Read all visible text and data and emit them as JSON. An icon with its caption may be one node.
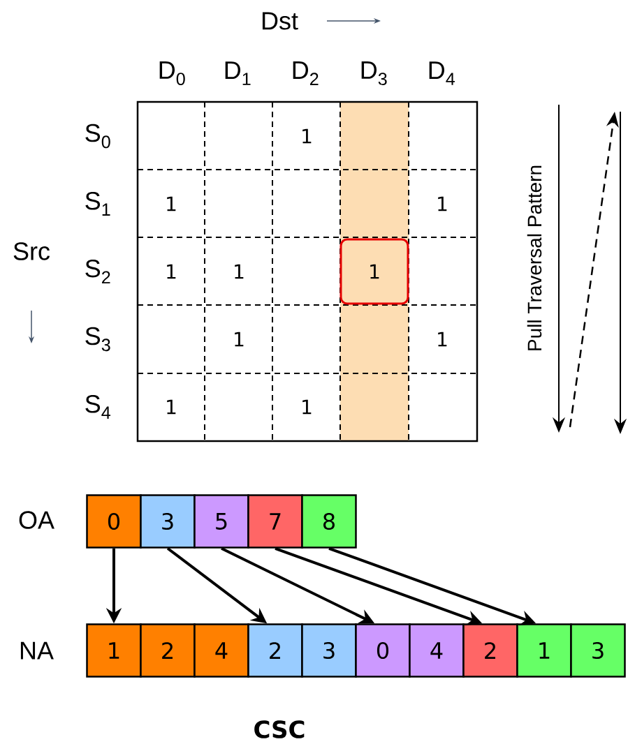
{
  "diagram": {
    "caption": "CSC",
    "nodes": [
      {
        "text": [
          "1"
        ]
      },
      {
        "text": [
          "0"
        ]
      },
      {
        "text": [
          "3"
        ]
      },
      {
        "text": [
          "5"
        ]
      },
      {
        "text": [
          "7"
        ]
      },
      {
        "text": [
          "8"
        ]
      },
      {
        "text": [
          "1"
        ]
      },
      {
        "text": [
          "2"
        ]
      },
      {
        "text": [
          "4"
        ]
      },
      {
        "text": [
          "2"
        ]
      },
      {
        "text": [
          "3"
        ]
      },
      {
        "text": [
          "0"
        ]
      },
      {
        "text": [
          "4"
        ]
      },
      {
        "text": [
          "2"
        ]
      },
      {
        "text": [
          "1"
        ]
      },
      {
        "text": [
          "3"
        ]
      }
    ],
    "edges": [
      {
        "from": 1,
        "to": 6,
        "arrow": "to"
      },
      {
        "from": 2,
        "to": 9,
        "arrow": "to"
      },
      {
        "from": 3,
        "to": 11,
        "arrow": "to"
      },
      {
        "from": 4,
        "to": 13,
        "arrow": "to"
      },
      {
        "from": 5,
        "to": 14,
        "arrow": "to"
      }
    ],
    "labels": [
      "Dst",
      "D$_{0}$",
      "D$_{1}$",
      "D$_{2}$",
      "D$_{3}$",
      "D$_{4}$",
      "Src",
      "S$_{0}$",
      "1",
      "S$_{1}$",
      "1",
      "1",
      "S$_{2}$",
      "1",
      "1",
      "S$_{3}$",
      "1",
      "1",
      "S$_{4}$",
      "1",
      "1",
      "Pull Traversal Pattern",
      "OA",
      "NA"
    ]
  }
}
